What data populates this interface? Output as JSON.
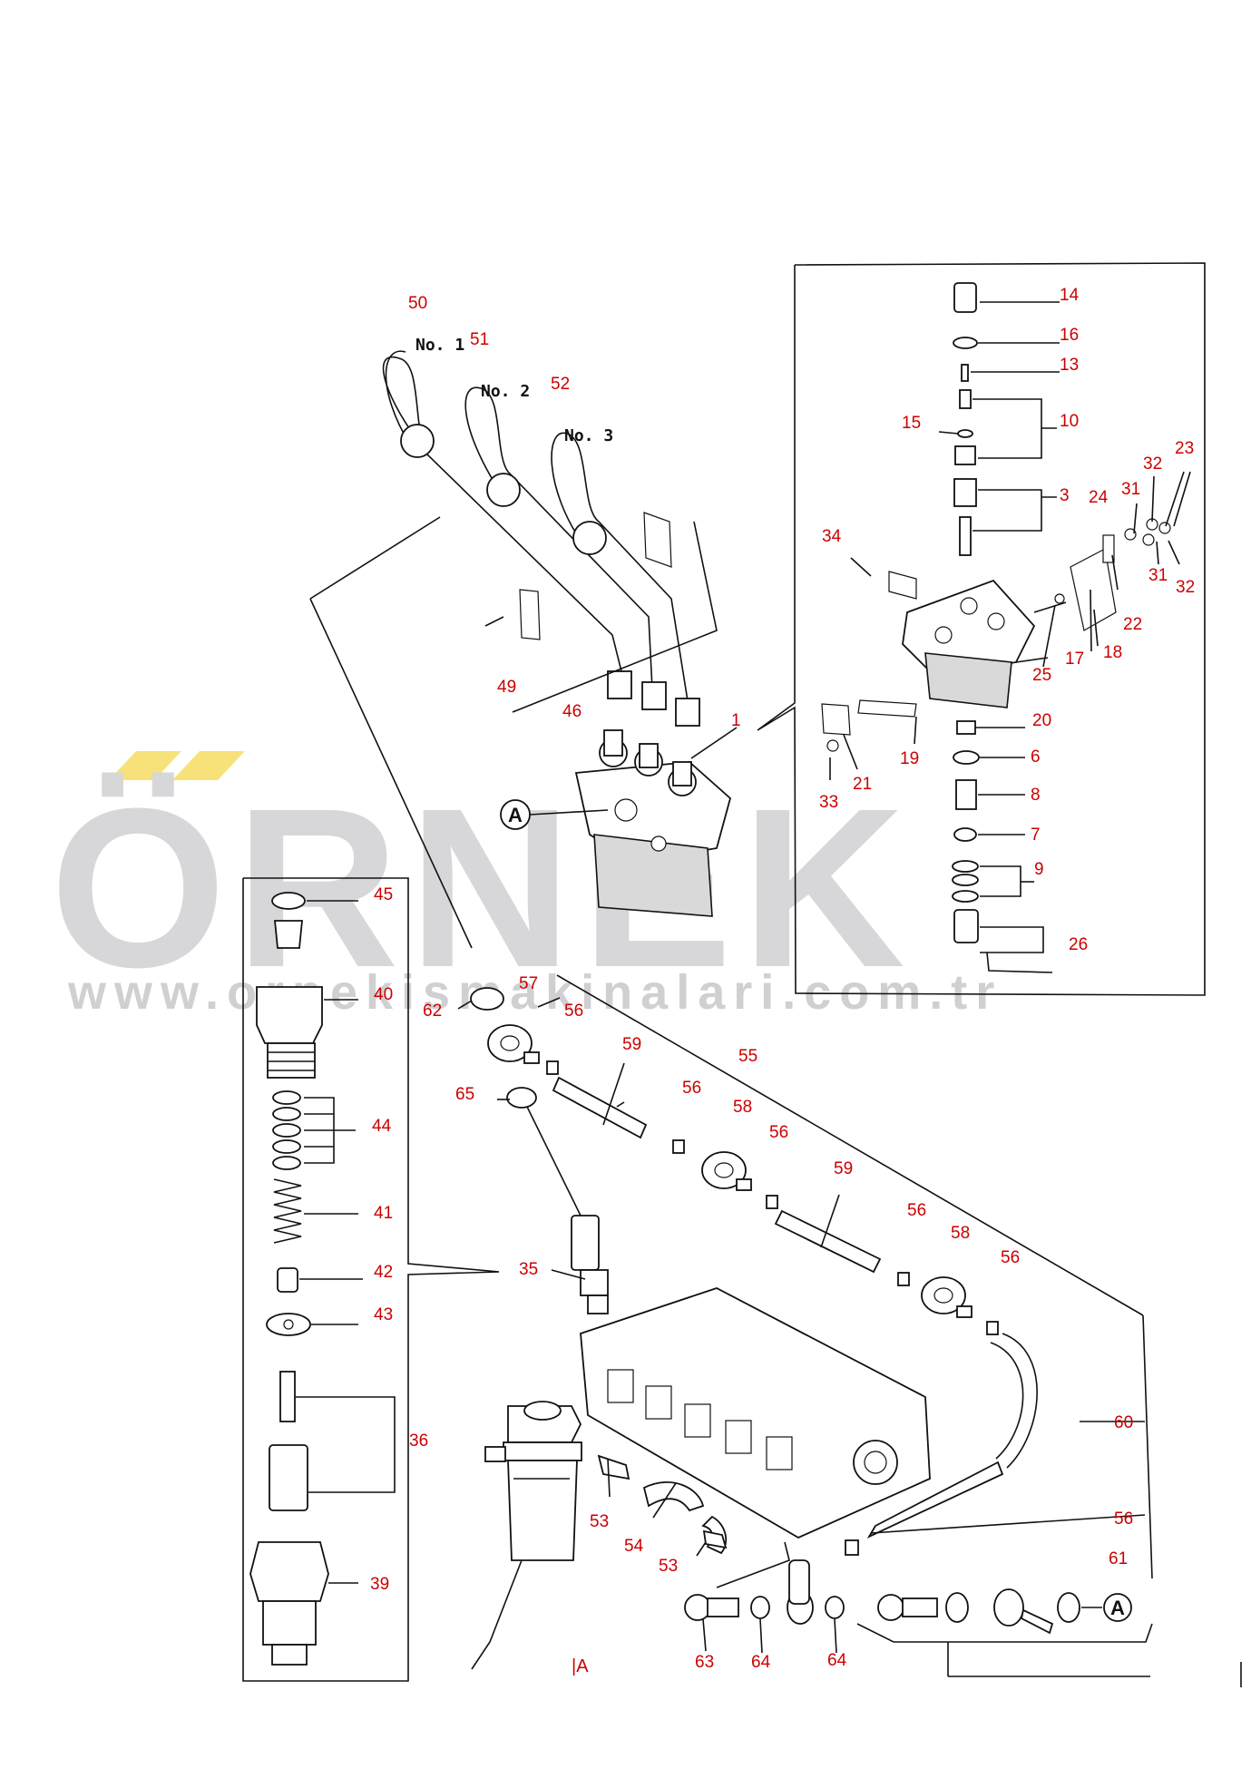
{
  "watermark": {
    "brand": "ÖRNEK",
    "url": "www.ornekismakinalari.com.tr"
  },
  "pipe_tags": [
    "No. 1",
    "No. 2",
    "No. 3"
  ],
  "reference_mark": "A",
  "ref_label": "|A",
  "callouts": {
    "c1": "1",
    "c3": "3",
    "c6": "6",
    "c7": "7",
    "c8": "8",
    "c9": "9",
    "c10": "10",
    "c13": "13",
    "c14": "14",
    "c15": "15",
    "c16": "16",
    "c17": "17",
    "c18": "18",
    "c19": "19",
    "c20": "20",
    "c21": "21",
    "c22": "22",
    "c23": "23",
    "c24": "24",
    "c25": "25",
    "c26": "26",
    "c31a": "31",
    "c31b": "31",
    "c32a": "32",
    "c32b": "32",
    "c33": "33",
    "c34": "34",
    "c35": "35",
    "c36": "36",
    "c39": "39",
    "c40": "40",
    "c41": "41",
    "c42": "42",
    "c43": "43",
    "c44": "44",
    "c45": "45",
    "c46": "46",
    "c49": "49",
    "c50": "50",
    "c51": "51",
    "c52": "52",
    "c53a": "53",
    "c53b": "53",
    "c54": "54",
    "c55": "55",
    "c56a": "56",
    "c56b": "56",
    "c56c": "56",
    "c56d": "56",
    "c56e": "56",
    "c56f": "56",
    "c57": "57",
    "c58a": "58",
    "c58b": "58",
    "c59a": "59",
    "c59b": "59",
    "c60": "60",
    "c61": "61",
    "c62": "62",
    "c63": "63",
    "c64a": "64",
    "c64b": "64",
    "c65": "65"
  },
  "colors": {
    "callout": "#cc0000",
    "line": "#111111",
    "watermark": "#d7d7da",
    "watermark_accent": "#f7e27a"
  }
}
